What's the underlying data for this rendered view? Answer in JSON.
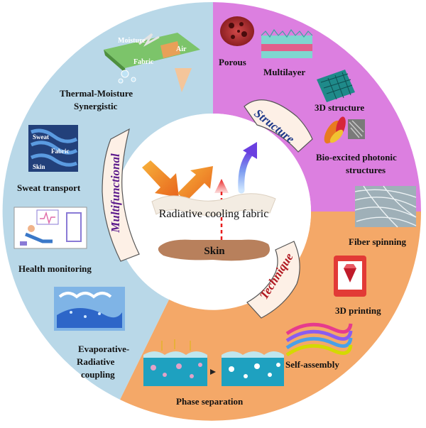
{
  "center": {
    "title": "Radiative cooling fabric",
    "skin_label": "Skin"
  },
  "sectors": {
    "structure": {
      "title": "Structure",
      "color": "#dc7fe0",
      "title_color": "#1f3a8a",
      "items": {
        "porous": "Porous",
        "multilayer": "Multilayer",
        "structure_3d": "3D structure",
        "bio_line1": "Bio-excited photonic",
        "bio_line2": "structures"
      }
    },
    "technique": {
      "title": "Technique",
      "color": "#f4a868",
      "title_color": "#b0171f",
      "items": {
        "fiber_spinning": "Fiber spinning",
        "printing_3d": "3D printing",
        "self_assembly": "Self-assembly",
        "phase_separation": "Phase separation"
      }
    },
    "multifunctional": {
      "title": "Multifunctional",
      "color": "#b9d8e8",
      "title_color": "#5b1a8c",
      "items": {
        "thermal_line1": "Thermal-Moisture",
        "thermal_line2": "Synergistic",
        "sweat_transport": "Sweat transport",
        "health_monitoring": "Health monitoring",
        "evap_line1": "Evaporative-",
        "evap_line2": "Radiative",
        "evap_line3": "coupling"
      }
    }
  },
  "thumbnails": {
    "thermal": {
      "moisture": "Moisture",
      "fabric": "Fabric",
      "air": "Air"
    },
    "sweat": {
      "sweat": "Sweat",
      "fabric": "Fabric",
      "skin": "Skin"
    }
  }
}
